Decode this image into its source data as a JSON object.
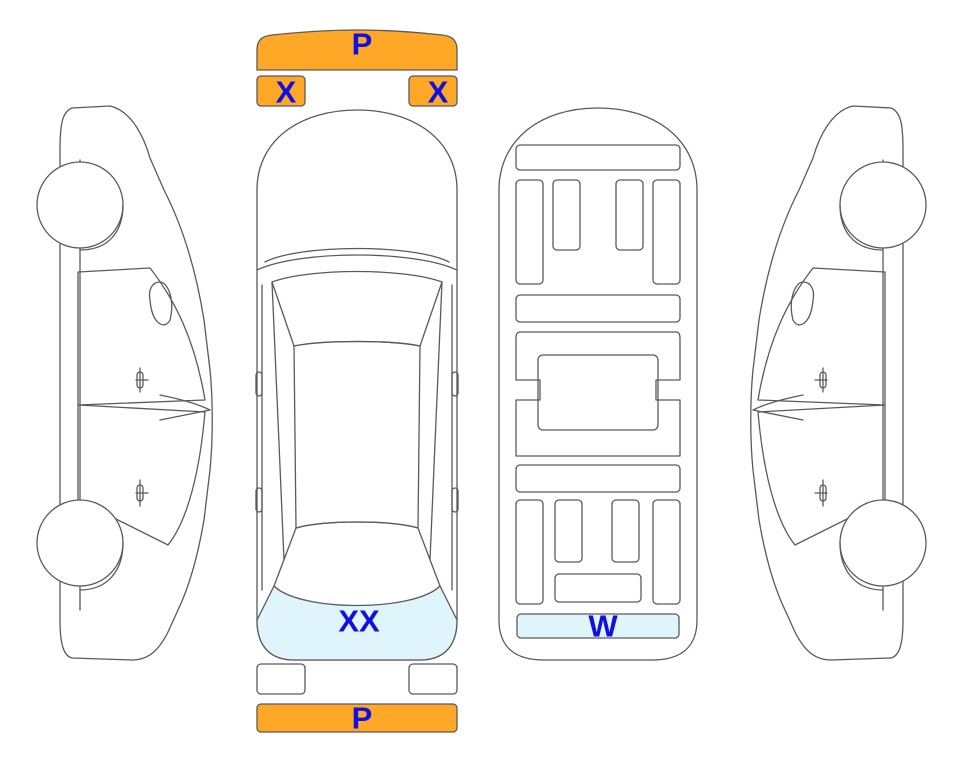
{
  "colors": {
    "damage_orange": "#ffa726",
    "damage_blue": "#dff4fb",
    "marker_text": "#1010e0",
    "outline": "#5a5a5a"
  },
  "markers": {
    "front_bumper": "P",
    "front_left_corner": "X",
    "front_right_corner": "X",
    "rear_windshield": "XX",
    "rear_underbody": "W",
    "rear_bumper": "P"
  }
}
